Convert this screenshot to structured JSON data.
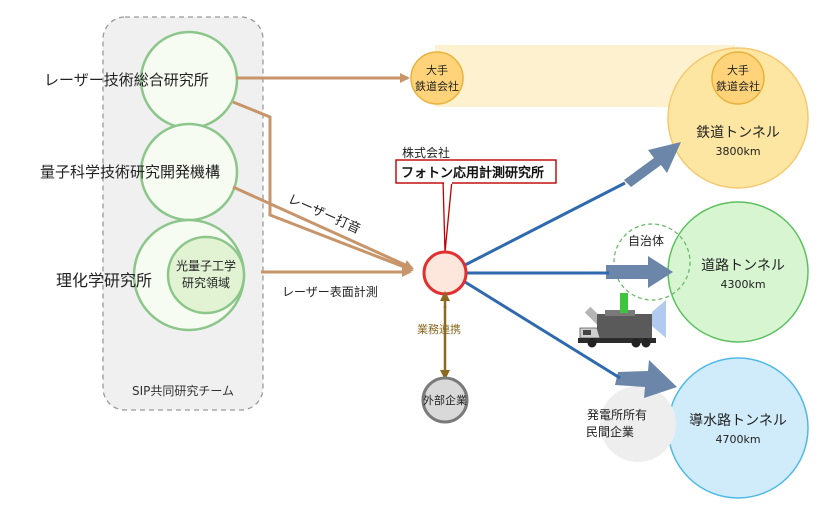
{
  "sip_team": {
    "title": "SIP共同研究チーム",
    "members": [
      {
        "name": "レーザー技術総合研究所"
      },
      {
        "name": "量子科学技術研究開発機構"
      },
      {
        "name": "理化学研究所",
        "sub": [
          "光量子工学",
          "研究領域"
        ]
      }
    ]
  },
  "center": {
    "company_prefix": "株式会社",
    "company_name": "フォトン応用計測研究所"
  },
  "flows": {
    "laser_hammering": "レーザー打音",
    "laser_surface": "レーザー表面計測",
    "business": "業務連携"
  },
  "external": {
    "label": "外部企業"
  },
  "rail_company": {
    "line1": "大手",
    "line2": "鉄道会社"
  },
  "targets": [
    {
      "name": "鉄道トンネル",
      "length": "3800km",
      "partner": [
        "大手",
        "鉄道会社"
      ]
    },
    {
      "name": "道路トンネル",
      "length": "4300km",
      "partner": [
        "自治体"
      ]
    },
    {
      "name": "導水路トンネル",
      "length": "4700km",
      "partner": [
        "発電所所有",
        "民間企業"
      ]
    }
  ],
  "colors": {
    "rail": "#FCE6A2",
    "road": "#D6F5D0",
    "water": "#D0ECFA",
    "arrow_brown": "#C8956A",
    "arrow_blue": "#2F6AAE",
    "big_arrow": "#6B86A8",
    "center_red": "#E23030",
    "green_circle": "#8CC68A"
  }
}
